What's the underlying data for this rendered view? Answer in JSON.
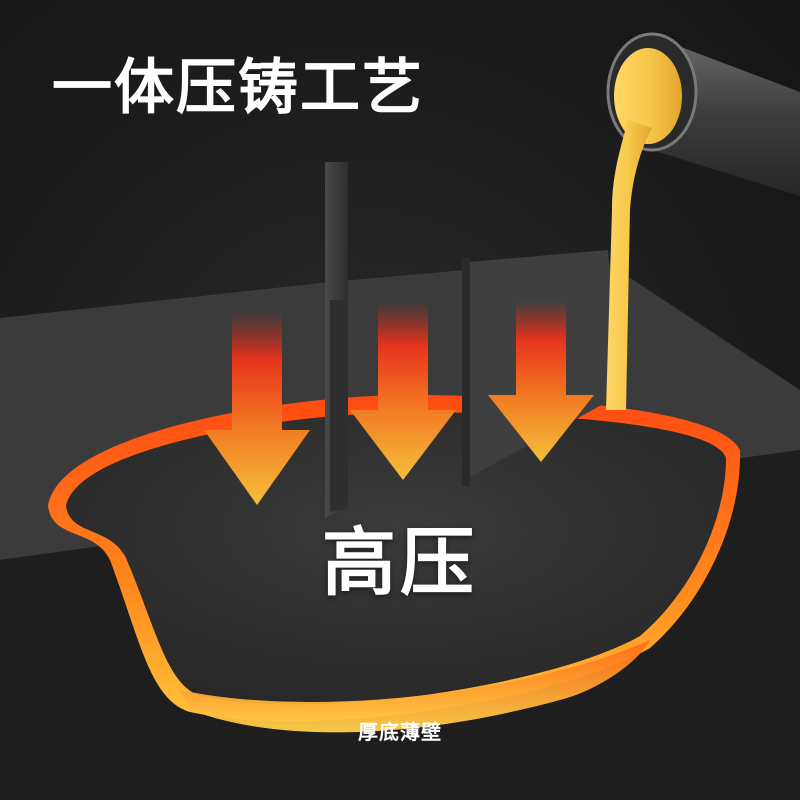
{
  "title": "一体压铸工艺",
  "center_label": "高压",
  "bottom_label": "厚底薄壁",
  "colors": {
    "background": "#1c1c1c",
    "mold": "#3a3a3a",
    "pot_interior": "#333333",
    "molten_metal": "#f7c84a",
    "hot_rim": "#ff6a1a",
    "arrow_top": "#e8341c",
    "arrow_bottom": "#f5c03a"
  },
  "icons": [
    "down-arrow-icon",
    "down-arrow-icon",
    "down-arrow-icon"
  ]
}
